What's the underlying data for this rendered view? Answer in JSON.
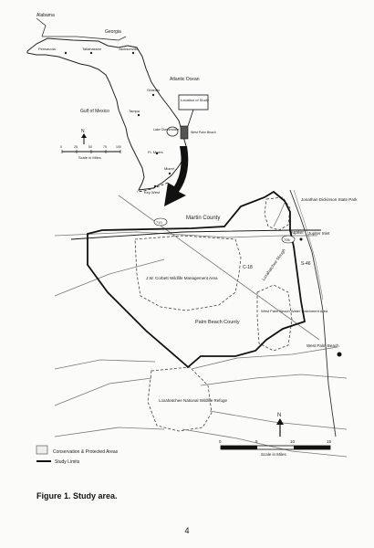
{
  "state_map": {
    "labels": {
      "alabama": "Alabama",
      "georgia": "Georgia",
      "pensacola": "Pensacola",
      "tallahassee": "Tallahassee",
      "jacksonville": "Jacksonville",
      "atlantic_ocean": "Atlantic Ocean",
      "gulf_of_mexico": "Gulf of Mexico",
      "orlando": "Orlando",
      "tampa": "Tampa",
      "lake_okeechobee": "Lake Okeechobee",
      "ft_myers": "Ft. Myers",
      "miami": "Miami",
      "key_west": "Key West",
      "west_palm_beach": "West Palm Beach",
      "location_of_study": "Location of Study"
    },
    "scale": {
      "ticks": [
        "0",
        "25",
        "50",
        "75",
        "100"
      ],
      "caption": "Scale in Miles"
    },
    "north": "N"
  },
  "study_map": {
    "labels": {
      "martin_county": "Martin County",
      "jonathan_dickinson": "Jonathan Dickinson State Park",
      "jupiter": "Jupiter",
      "jupiter_inlet": "Jupiter Inlet",
      "road_710": "710",
      "road_706": "706",
      "c18": "C-18",
      "loxahatchee_slough": "Loxahatchee Slough",
      "s46": "S-46",
      "corbett": "J.W. Corbett Wildlife Management Area",
      "palm_beach_county": "Palm Beach County",
      "wpb_catchment": "West Palm Beach Water Catchment Area",
      "west_palm_beach": "West Palm Beach",
      "loxahatchee_refuge": "Loxahatchee National Wildlife Refuge"
    },
    "north": "N",
    "scale": {
      "ticks": [
        "0",
        "5",
        "10",
        "15"
      ],
      "caption": "Scale in Miles"
    }
  },
  "legend": {
    "conservation": "Conservation & Protected Areas",
    "study_limits": "Study Limits"
  },
  "caption": "Figure 1. Study area.",
  "page_number": "4"
}
